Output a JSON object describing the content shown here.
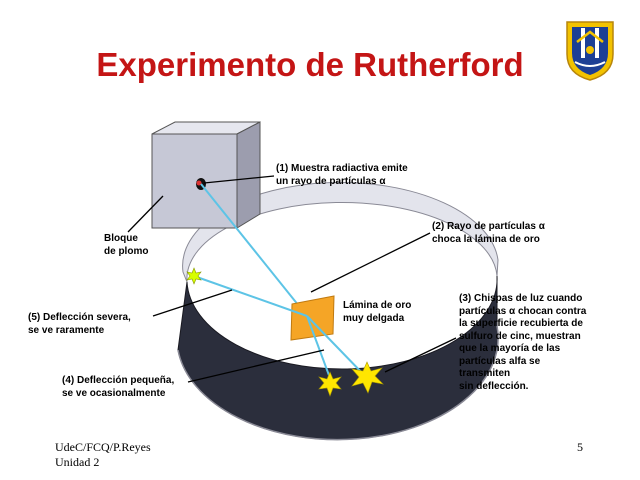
{
  "slide": {
    "title": "Experimento de Rutherford",
    "page_number": "5",
    "footer": [
      "UdeC/FCQ/P.Reyes",
      "Unidad 2"
    ]
  },
  "labels": {
    "source": [
      "(1)   Muestra radiactiva emite",
      "un rayo de partículas α"
    ],
    "ray": [
      "(2)  Rayo de partículas α",
      "choca la lámina de oro"
    ],
    "lead_block": [
      "Bloque",
      "de plomo"
    ],
    "gold_foil": [
      "Lámina de oro",
      "muy delgada"
    ],
    "sparks": [
      "(3)  Chispas de luz cuando",
      "partículas α chocan contra",
      "la superficie recubierta de",
      " sulfuro de cinc, muestran",
      " que la mayoría de las",
      "partículas alfa se",
      "transmiten",
      "sin deflección."
    ],
    "severe": [
      "(5)  Deflección severa,",
      "se ve raramente"
    ],
    "small": [
      "(4)  Deflección pequeña,",
      "se ve ocasionalmente"
    ]
  },
  "colors": {
    "title": "#c41515",
    "ring_outer": "#e6e6ee",
    "ring_inner": "#2b2e3c",
    "foil": "#f5a526",
    "beam": "#5dc4e6",
    "spark": "#ffe600"
  }
}
